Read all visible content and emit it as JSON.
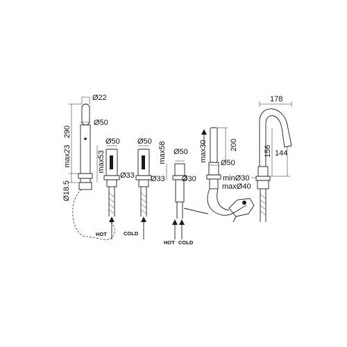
{
  "dimensions": {
    "spout_diameter": "Ø22",
    "spout_height": "290",
    "spout_body_diameter": "Ø50",
    "spout_max_deck": "max23",
    "spout_max53": "max53",
    "spout_hose_diameter": "Ø18.5",
    "hot_handle_diameter": "Ø50",
    "hot_shank_diameter": "Ø33",
    "cold_handle_diameter": "Ø50",
    "cold_shank_diameter": "Ø33",
    "diverter_diameter": "Ø50",
    "diverter_max": "max58",
    "diverter_pipe_diameter": "Ø30",
    "handshower_max": "max30",
    "handshower_height": "200",
    "handshower_holder_diameter": "Ø50",
    "right_spout_reach": "178",
    "right_spout_height": "156",
    "right_spout_height2": "144",
    "right_min_hole": "minØ30",
    "right_max_hole": "maxØ40"
  },
  "labels": {
    "hot_1": "HOT",
    "cold_1": "COLD",
    "hot_2": "HOT",
    "cold_2": "COLD"
  }
}
